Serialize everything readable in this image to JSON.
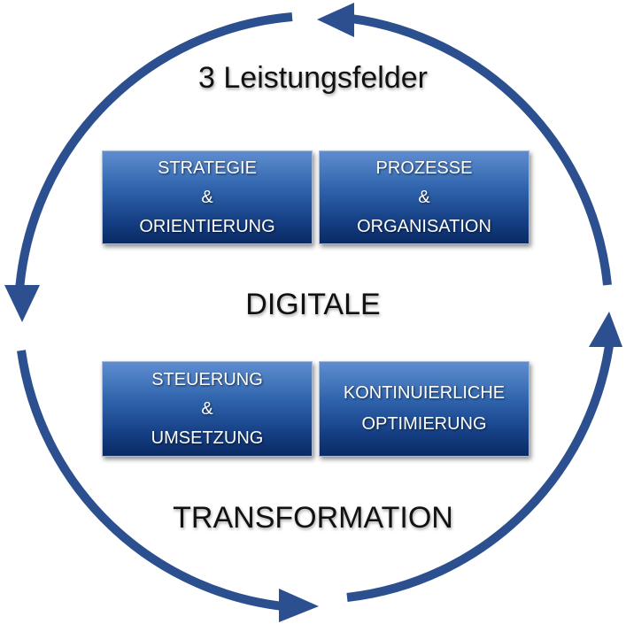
{
  "heading": "3 Leistungsfelder",
  "word_top": "DIGITALE",
  "word_bottom": "TRANSFORMATION",
  "fields": [
    {
      "lines": [
        "STRATEGIE",
        "&",
        "ORIENTIERUNG"
      ]
    },
    {
      "lines": [
        "PROZESSE",
        "&",
        "ORGANISATION"
      ]
    },
    {
      "lines": [
        "STEUERUNG",
        "&",
        "UMSETZUNG"
      ]
    },
    {
      "lines": [
        "KONTINUIERLICHE",
        "OPTIMIERUNG"
      ]
    }
  ],
  "colors": {
    "arrow": "#2b4f8f",
    "box_top": "#5f8ecf",
    "box_bottom": "#0a2a63",
    "text": "#111111"
  }
}
